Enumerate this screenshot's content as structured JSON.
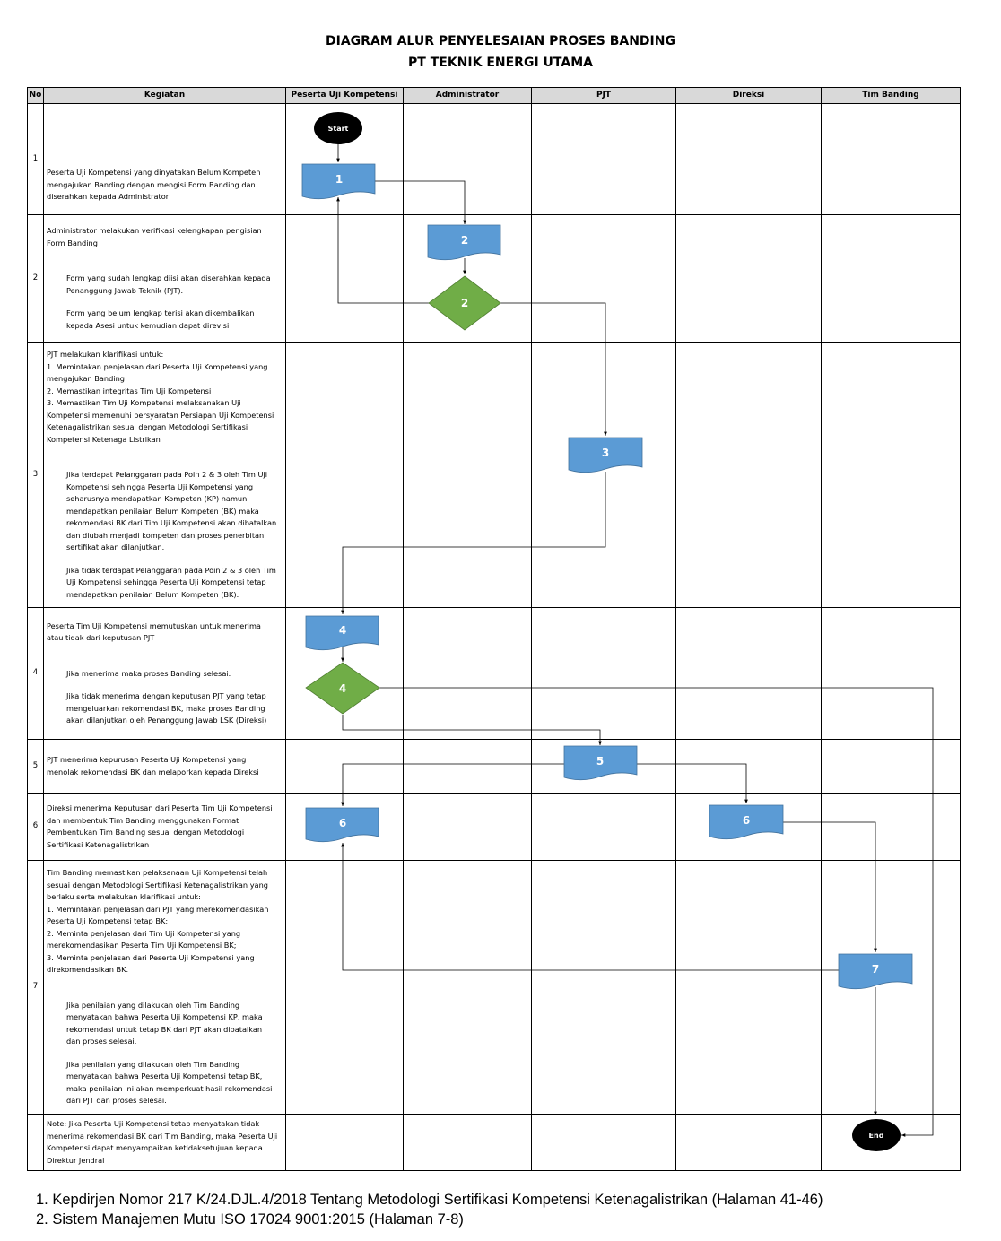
{
  "title": {
    "line1": "DIAGRAM ALUR PENYELESAIAN PROSES BANDING",
    "line2": "PT TEKNIK ENERGI UTAMA"
  },
  "headers": [
    "No",
    "Kegiatan",
    "Peserta Uji Kompetensi",
    "Administrator",
    "PJT",
    "Direksi",
    "Tim Banding"
  ],
  "rows": [
    {
      "no": "1",
      "text": [
        "Peserta Uji Kompetensi yang dinyatakan Belum Kompeten",
        "mengajukan Banding dengan mengisi Form Banding dan",
        "diserahkan kepada Administrator"
      ]
    },
    {
      "no": "2",
      "text": [
        "Administrator melakukan verifikasi kelengkapan pengisian",
        "Form Banding"
      ],
      "sub1": [
        "Form yang sudah lengkap diisi akan diserahkan kepada",
        "Penanggung Jawab Teknik (PJT)."
      ],
      "sub2": [
        "Form yang belum lengkap terisi akan dikembalikan",
        "kepada Asesi untuk kemudian dapat direvisi"
      ]
    },
    {
      "no": "3",
      "text": [
        "PJT melakukan klarifikasi untuk:",
        "1. Memintakan penjelasan dari Peserta Uji Kompetensi yang",
        "mengajukan Banding",
        "2. Memastikan integritas Tim Uji Kompetensi",
        "3. Memastikan Tim Uji Kompetensi melaksanakan Uji",
        "Kompetensi memenuhi persyaratan Persiapan Uji Kompetensi",
        "Ketenagalistrikan sesuai dengan Metodologi Sertifikasi",
        "Kompetensi Ketenaga Listrikan"
      ],
      "sub1": [
        "Jika terdapat Pelanggaran pada Poin 2 & 3 oleh Tim Uji",
        "Kompetensi sehingga Peserta Uji Kompetensi yang",
        "seharusnya mendapatkan Kompeten (KP) namun",
        "mendapatkan penilaian Belum Kompeten (BK) maka",
        "rekomendasi BK dari Tim Uji Kompetensi akan dibatalkan",
        "dan diubah menjadi kompeten dan proses penerbitan",
        "sertifikat akan dilanjutkan."
      ],
      "sub2": [
        "Jika tidak terdapat Pelanggaran pada Poin 2 & 3 oleh Tim",
        "Uji Kompetensi sehingga Peserta Uji Kompetensi tetap",
        "mendapatkan penilaian Belum Kompeten (BK)."
      ]
    },
    {
      "no": "4",
      "text": [
        "Peserta Tim Uji Kompetensi memutuskan untuk menerima",
        "atau tidak dari keputusan PJT"
      ],
      "sub1": [
        "Jika menerima maka proses Banding selesai."
      ],
      "sub2": [
        "Jika tidak menerima dengan keputusan PJT yang tetap",
        "mengeluarkan rekomendasi BK, maka proses Banding",
        "akan dilanjutkan oleh Penanggung Jawab LSK (Direksi)"
      ]
    },
    {
      "no": "5",
      "text": [
        "PJT menerima kepurusan Peserta Uji Kompetensi yang",
        "menolak rekomendasi BK dan melaporkan kepada Direksi"
      ]
    },
    {
      "no": "6",
      "text": [
        "Direksi menerima Keputusan dari Peserta Tim Uji Kompetensi",
        "dan membentuk Tim Banding menggunakan Format",
        "Pembentukan Tim Banding sesuai dengan Metodologi",
        "Sertifikasi Ketenagalistrikan"
      ]
    },
    {
      "no": "7",
      "text": [
        "Tim Banding memastikan pelaksanaan Uji Kompetensi telah",
        "sesuai dengan Metodologi Sertifikasi Ketenagalistrikan yang",
        "berlaku serta melakukan klarifikasi untuk:",
        "1. Memintakan penjelasan dari PJT yang merekomendasikan",
        "Peserta Uji Kompetensi tetap BK;",
        "2. Meminta penjelasan dari Tim Uji Kompetensi yang",
        "merekomendasikan Peserta Tim Uji Kompetensi BK;",
        "3. Meminta penjelasan dari Peserta Uji Kompetensi yang",
        "direkomendasikan BK."
      ],
      "sub1": [
        "Jika penilaian yang dilakukan oleh Tim Banding",
        "menyatakan bahwa Peserta Uji Kompetensi KP, maka",
        "rekomendasi untuk tetap BK dari PJT akan dibatalkan",
        "dan proses selesai."
      ],
      "sub2": [
        "Jika penilaian yang dilakukan oleh Tim Banding",
        "menyatakan bahwa Peserta Uji Kompetensi tetap BK,",
        "maka penilaian ini akan memperkuat hasil rekomendasi",
        "dari PJT dan proses selesai."
      ]
    },
    {
      "no": "",
      "text": [
        "Note: Jika Peserta Uji Kompetensi tetap menyatakan tidak",
        "menerima rekomendasi BK dari Tim Banding, maka Peserta Uji",
        "Kompetensi dapat menyampaikan ketidaksetujuan kepada",
        "Direktur Jendral"
      ]
    }
  ],
  "shapes": {
    "start": "Start",
    "end": "End",
    "doc1": "1",
    "doc2": "2",
    "dec2": "2",
    "doc3": "3",
    "doc4": "4",
    "dec4": "4",
    "doc5": "5",
    "doc6a": "6",
    "doc6b": "6",
    "doc7": "7"
  },
  "colors": {
    "document": "#5b9bd5",
    "decision": "#70ad47",
    "terminator": "#000000",
    "header_bg": "#d9d9d9"
  },
  "references": [
    "1. Kepdirjen Nomor 217 K/24.DJL.4/2018 Tentang Metodologi Sertifikasi Kompetensi Ketenagalistrikan (Halaman 41-46)",
    "2. Sistem Manajemen Mutu ISO 17024 9001:2015 (Halaman 7-8)"
  ]
}
